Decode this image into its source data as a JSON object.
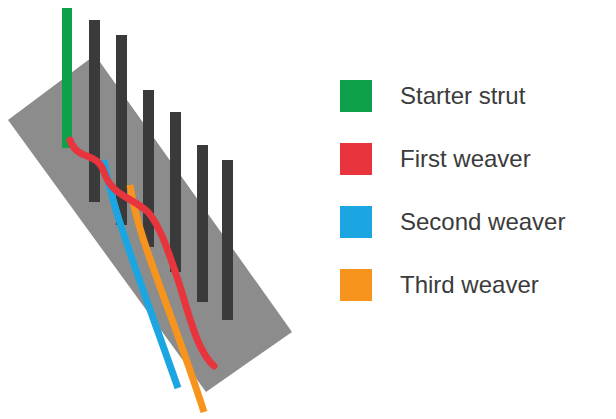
{
  "diagram": {
    "legend": [
      {
        "text": "Starter strut",
        "color": "#0fa14a"
      },
      {
        "text": "First weaver",
        "color": "#e8343c"
      },
      {
        "text": "Second weaver",
        "color": "#1ba6e2"
      },
      {
        "text": "Third weaver",
        "color": "#f7941d"
      }
    ]
  }
}
